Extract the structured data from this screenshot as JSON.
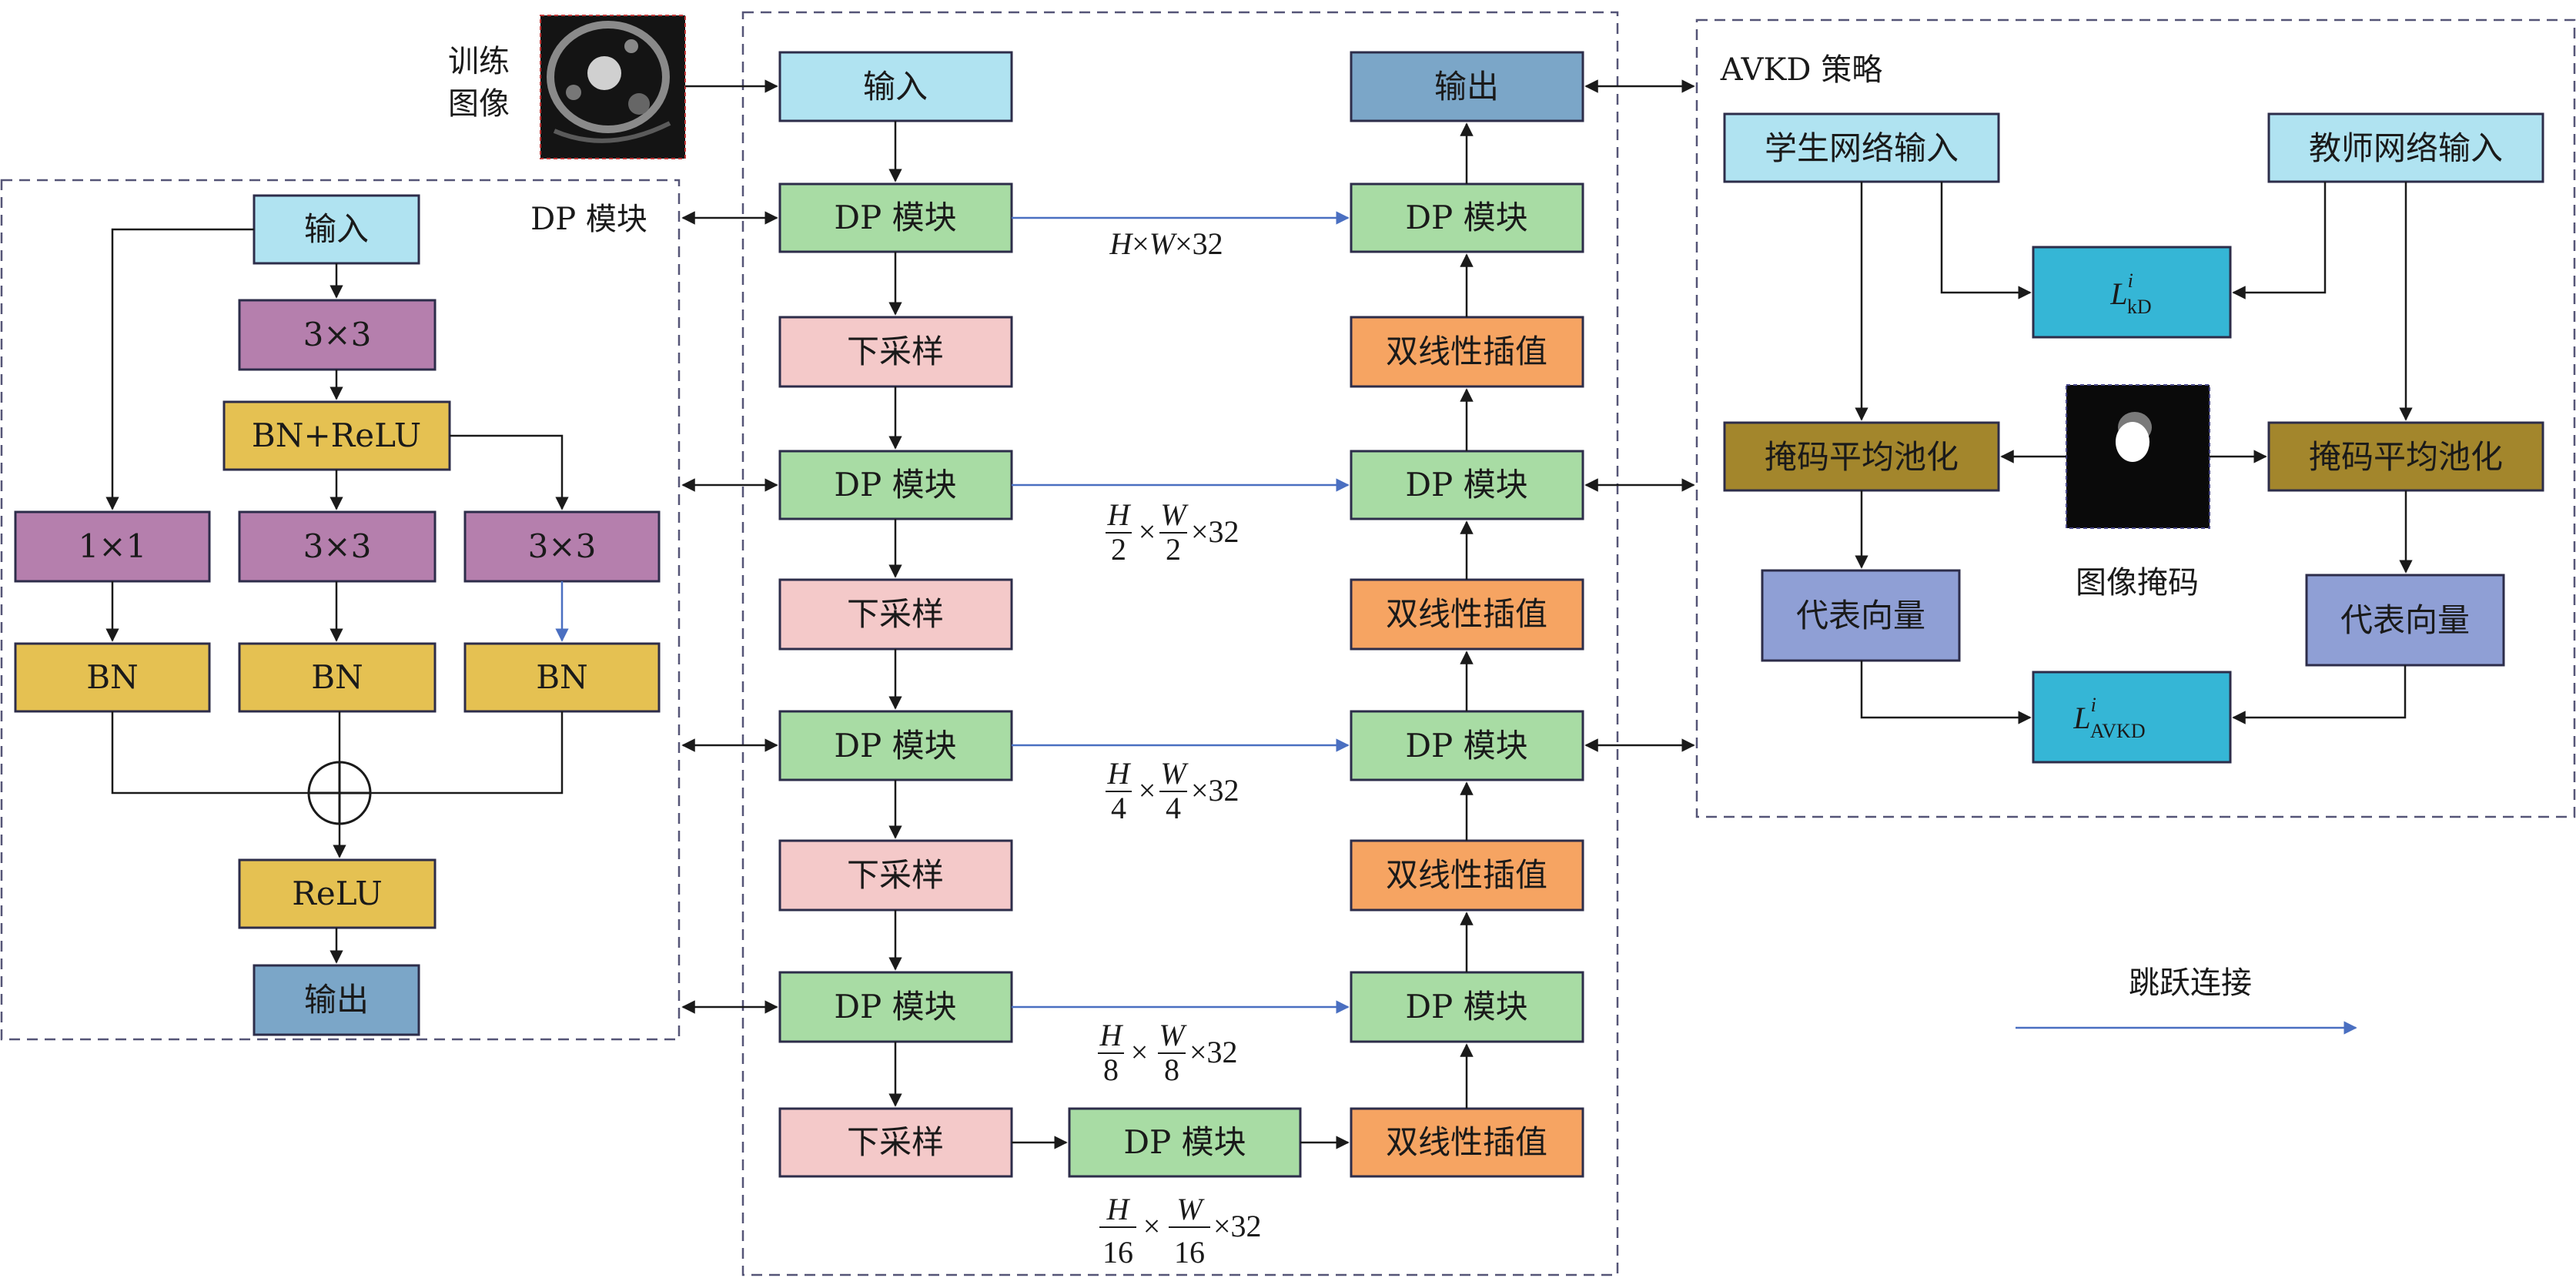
{
  "colors": {
    "input": "#b0e3f1",
    "dp": "#a8dca4",
    "down": "#f4c9c9",
    "up": "#f6a462",
    "output": "#7ba6c8",
    "conv": "#b57fad",
    "bn": "#e5c152",
    "pool": "#a3862c",
    "vec": "#8f9fd5",
    "loss": "#35b6d6",
    "skip": "#4a6fc1",
    "border": "#2d2d4a",
    "dash": "#555577"
  },
  "labels": {
    "train_image": [
      "训练",
      "图像"
    ],
    "dp_panel_title": "DP 模块",
    "avkd_title": "AVKD 策略",
    "legend_skip": "跳跃连接",
    "mask_caption": "图像掩码"
  },
  "dp_module": {
    "input": "输入",
    "conv3_top": "3×3",
    "bn_relu": "BN+ReLU",
    "conv1": "1×1",
    "conv3_mid": "3×3",
    "conv3_right": "3×3",
    "bn1": "BN",
    "bn2": "BN",
    "bn3": "BN",
    "relu": "ReLU",
    "output": "输出"
  },
  "network": {
    "input": "输入",
    "output": "输出",
    "encoder": [
      "DP 模块",
      "DP 模块",
      "DP 模块",
      "DP 模块"
    ],
    "downsample": [
      "下采样",
      "下采样",
      "下采样",
      "下采样"
    ],
    "bottleneck": "DP 模块",
    "decoder": [
      "DP 模块",
      "DP 模块",
      "DP 模块",
      "DP 模块"
    ],
    "upsample": [
      "双线性插值",
      "双线性插值",
      "双线性插值",
      "双线性插值"
    ],
    "sizes": [
      {
        "a": "H",
        "b": "W",
        "c": "×32"
      },
      {
        "a": "H",
        "ad": "2",
        "b": "W",
        "bd": "2",
        "c": "×32"
      },
      {
        "a": "H",
        "ad": "4",
        "b": "W",
        "bd": "4",
        "c": "×32"
      },
      {
        "a": "H",
        "ad": "8",
        "b": "W",
        "bd": "8",
        "c": "×32"
      },
      {
        "a": "H",
        "ad": "16",
        "b": "W",
        "bd": "16",
        "c": "×32"
      }
    ]
  },
  "avkd": {
    "student_input": "学生网络输入",
    "teacher_input": "教师网络输入",
    "loss_kd": {
      "L": "L",
      "sup": "i",
      "sub": "kD"
    },
    "pool_left": "掩码平均池化",
    "pool_right": "掩码平均池化",
    "vec_left": "代表向量",
    "vec_right": "代表向量",
    "loss_avkd": {
      "L": "L",
      "sup": "i",
      "sub": "AVKD"
    }
  }
}
